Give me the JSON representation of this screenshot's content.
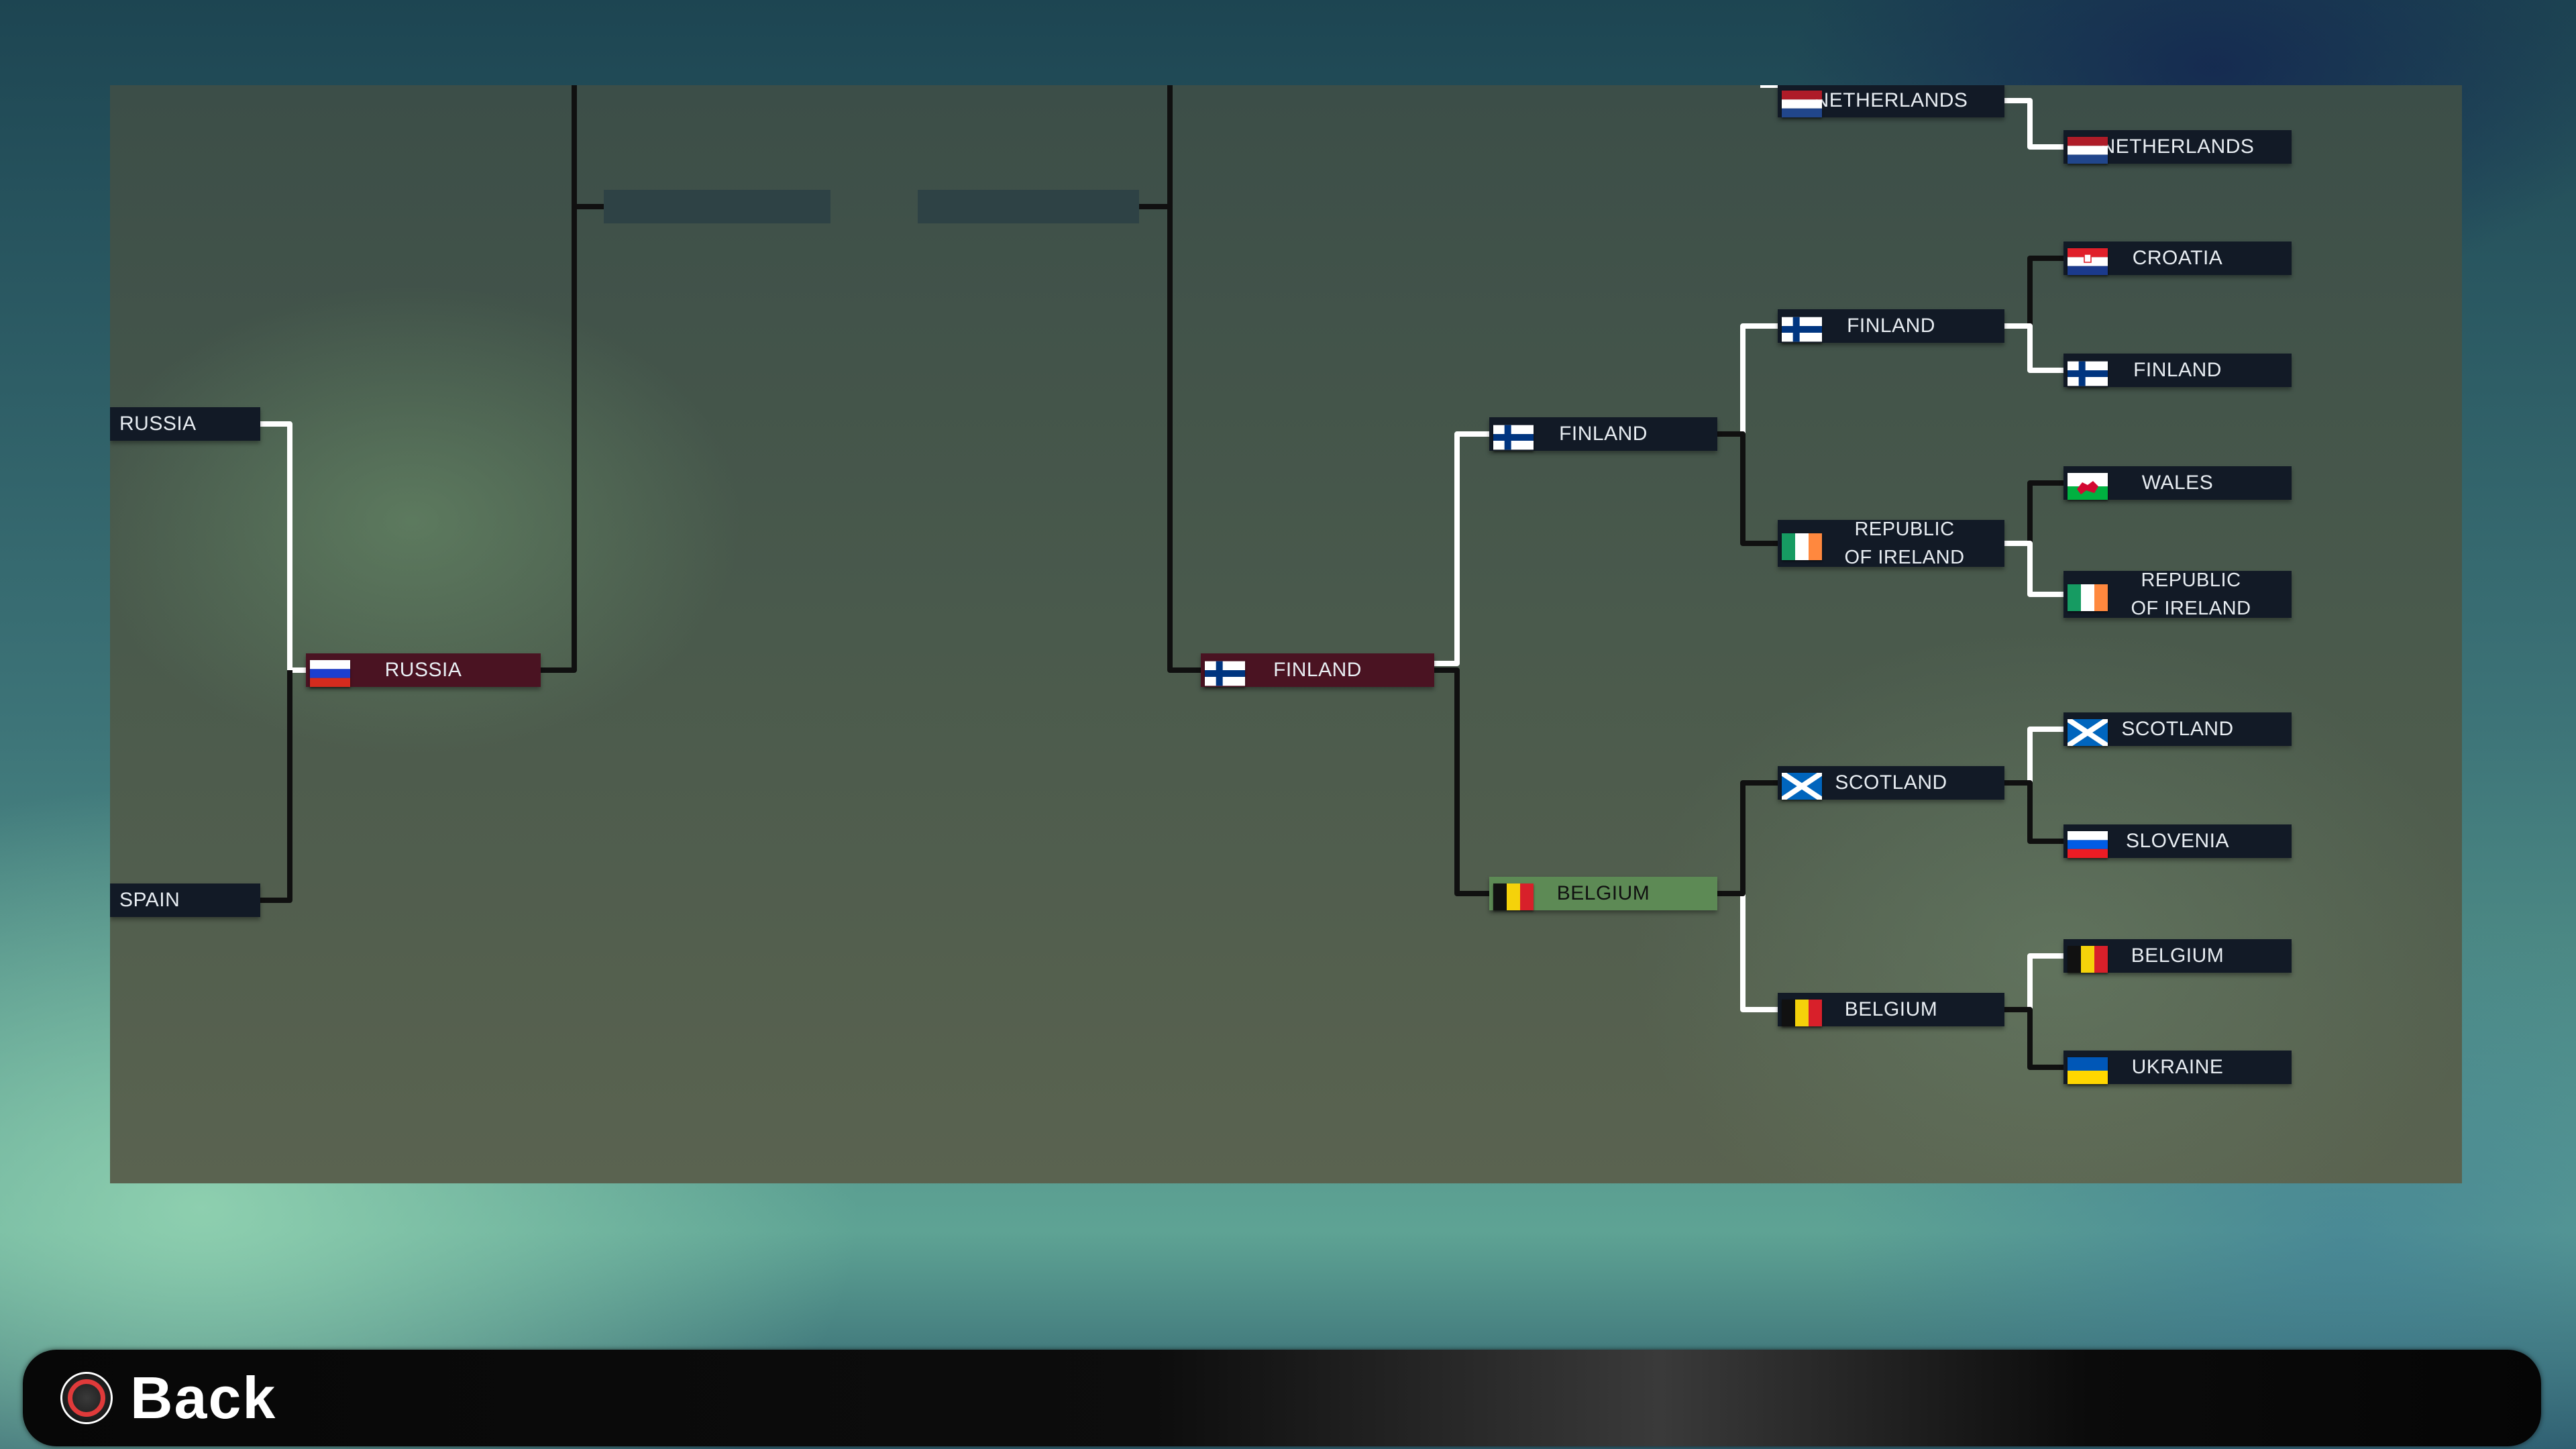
{
  "footer": {
    "back_label": "Back",
    "back_icon": "circle-button-icon"
  },
  "colors": {
    "winner": "#4a1322",
    "selected": "#5d8a55",
    "slot": "#121a26",
    "path": "#ffffff",
    "line": "#101010"
  },
  "bracket": {
    "left_round_1": [
      "RUSSIA",
      "SPAIN"
    ],
    "left_semifinal": "RUSSIA",
    "final_slots": [
      "",
      ""
    ],
    "right_semifinal": "FINLAND",
    "right_quarterfinals": [
      "FINLAND",
      "BELGIUM"
    ],
    "right_round_of_16": [
      "NETHERLANDS",
      "FINLAND",
      "REPUBLIC OF IRELAND",
      "SCOTLAND",
      "BELGIUM"
    ],
    "right_round_of_32": [
      "NETHERLANDS",
      "CROATIA",
      "FINLAND",
      "WALES",
      "REPUBLIC OF IRELAND",
      "SCOTLAND",
      "SLOVENIA",
      "BELGIUM",
      "UKRAINE"
    ]
  }
}
